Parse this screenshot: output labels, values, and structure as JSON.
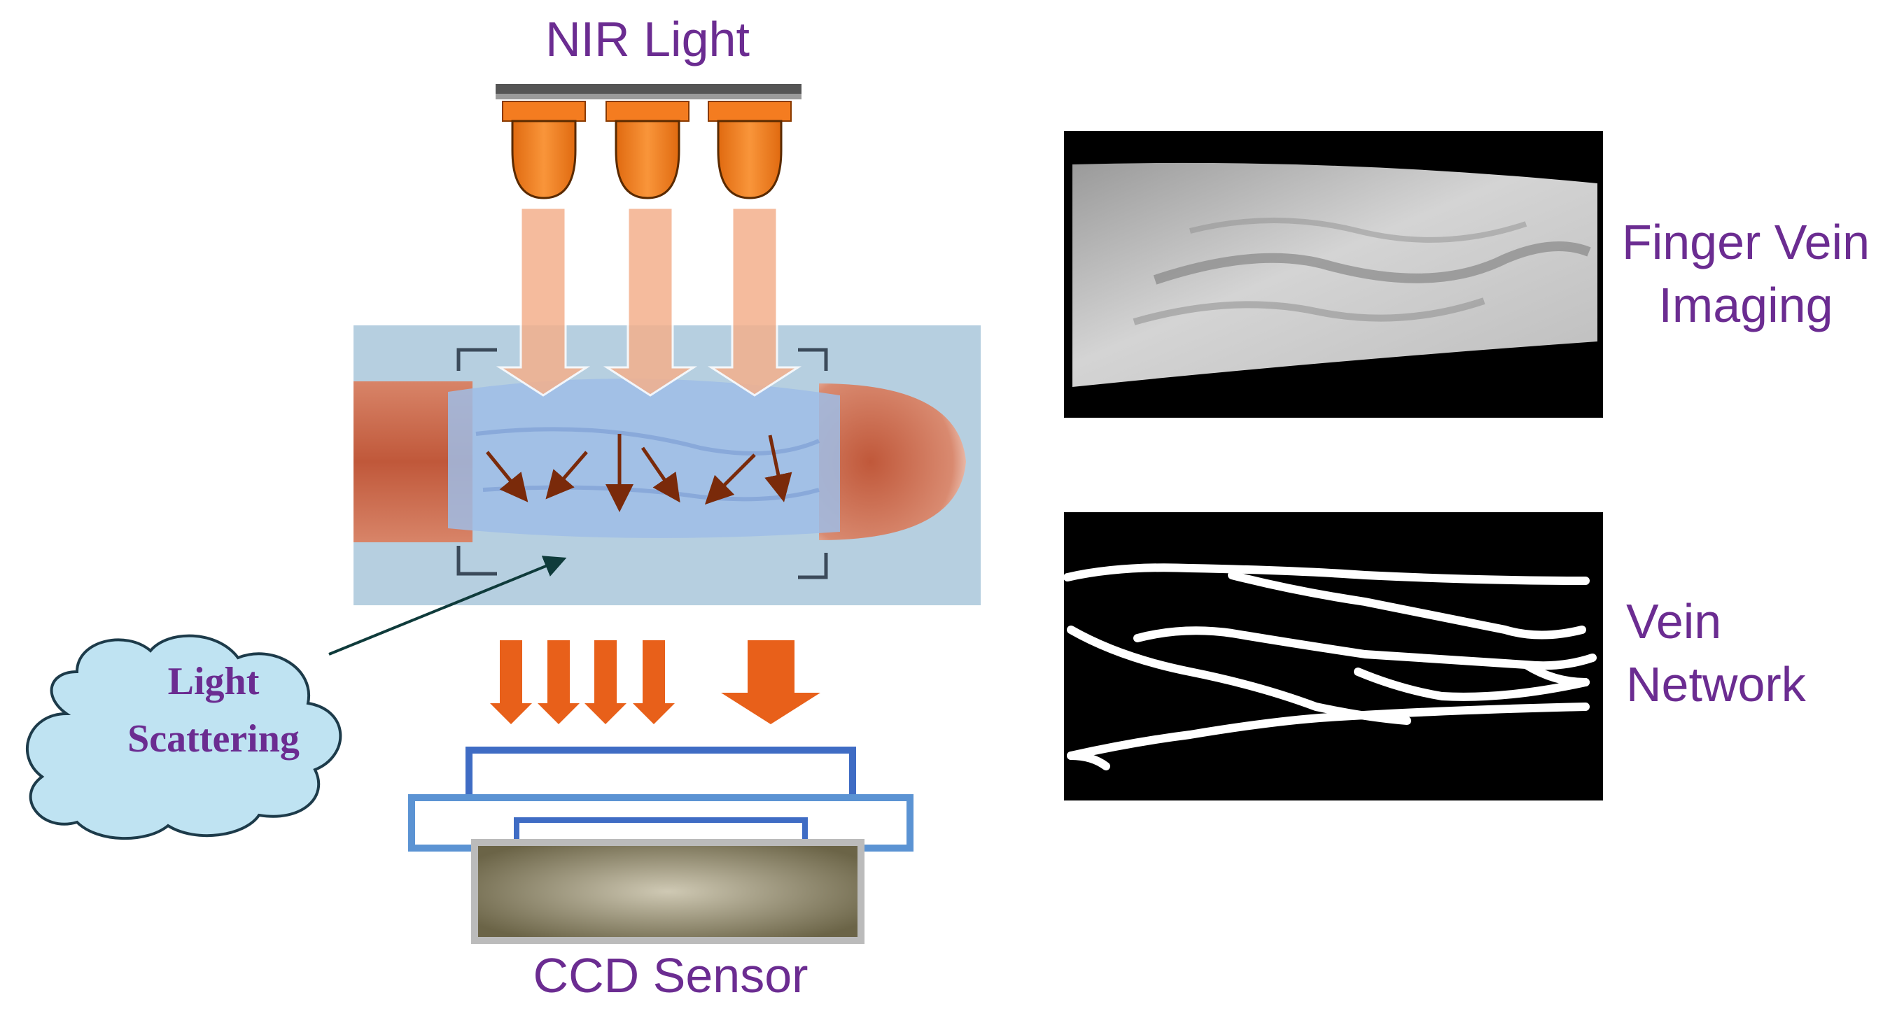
{
  "labels": {
    "nir_light": "NIR Light",
    "ccd_sensor": "CCD Sensor",
    "light_scattering_line1": "Light",
    "light_scattering_line2": "Scattering",
    "finger_vein_imaging_line1": "Finger Vein",
    "finger_vein_imaging_line2": "Imaging",
    "vein_network_line1": "Vein",
    "vein_network_line2": "Network"
  },
  "colors": {
    "label_purple": "#6B2C91",
    "led_orange": "#F47C20",
    "beam_peach": "#F4B08C",
    "scatter_arrow": "#7A2A0A",
    "sensor_arrow": "#E8601A",
    "frame_blue": "#3F6CC4",
    "frame_light_blue": "#5B93D3",
    "cloud_fill": "#BFE3F2"
  }
}
